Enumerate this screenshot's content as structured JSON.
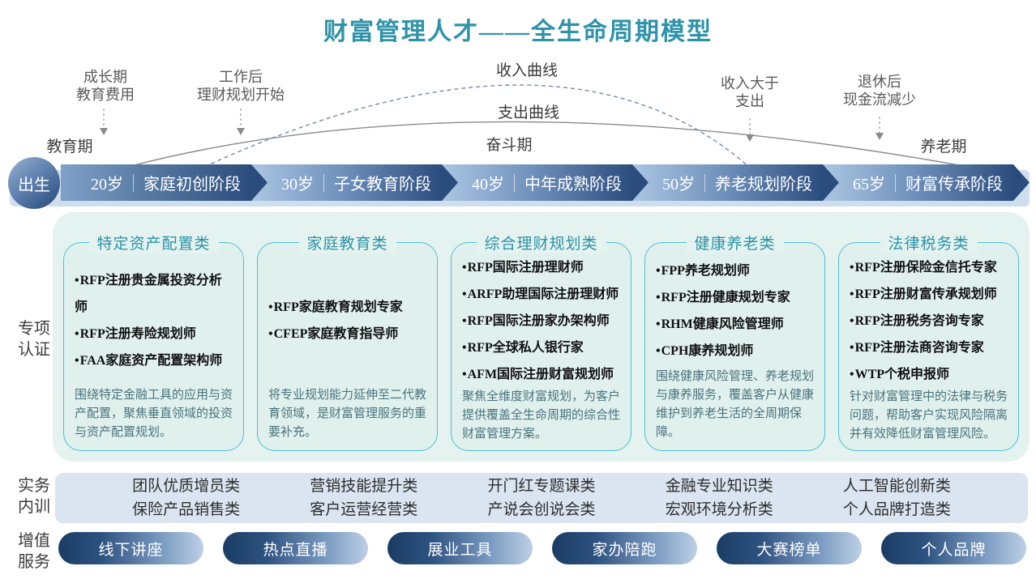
{
  "title": "财富管理人才——全生命周期模型",
  "colors": {
    "accent_teal": "#2E93A9",
    "card_border": "#4FBFD3",
    "card_bg": "#E0F1ED",
    "container_bg": "#E4F3EF",
    "timeline_dark": "#2B4D7D",
    "timeline_light": "#A9C4E1",
    "training_band_bg": "#DAE5F1",
    "pill_dark": "#1A3C64",
    "pill_light": "#BDD0E5"
  },
  "curve_section": {
    "income_curve_label": "收入曲线",
    "expense_curve_label": "支出曲线",
    "annotations": [
      {
        "lines": [
          "成长期",
          "教育费用"
        ]
      },
      {
        "lines": [
          "工作后",
          "理财规划开始"
        ]
      },
      {
        "lines": [
          "收入大于",
          "支出"
        ]
      },
      {
        "lines": [
          "退休后",
          "现金流减少"
        ]
      }
    ],
    "periods": [
      {
        "label": "教育期"
      },
      {
        "label": "奋斗期"
      },
      {
        "label": "养老期"
      }
    ]
  },
  "timeline": {
    "start_label": "出生",
    "stages": [
      {
        "age": "20岁",
        "name": "家庭初创阶段"
      },
      {
        "age": "30岁",
        "name": "子女教育阶段"
      },
      {
        "age": "40岁",
        "name": "中年成熟阶段"
      },
      {
        "age": "50岁",
        "name": "养老规划阶段"
      },
      {
        "age": "65岁",
        "name": "财富传承阶段"
      }
    ]
  },
  "section_labels": {
    "certification": {
      "lines": [
        "专项",
        "认证"
      ]
    },
    "training": {
      "lines": [
        "实务",
        "内训"
      ]
    },
    "services": {
      "lines": [
        "增值",
        "服务"
      ]
    }
  },
  "certification_cards": [
    {
      "title": "特定资产配置类",
      "items": [
        "RFP注册贵金属投资分析师",
        "RFP注册寿险规划师",
        "FAA家庭资产配置架构师"
      ],
      "description": "围绕特定金融工具的应用与资产配置，聚焦垂直领域的投资与资产配置规划。"
    },
    {
      "title": "家庭教育类",
      "items": [
        "RFP家庭教育规划专家",
        "CFEP家庭教育指导师"
      ],
      "description": "将专业规划能力延伸至二代教育领域，是财富管理服务的重要补充。"
    },
    {
      "title": "综合理财规划类",
      "items": [
        "RFP国际注册理财师",
        "ARFP助理国际注册理财师",
        "RFP国际注册家办架构师",
        "RFP全球私人银行家",
        "AFM国际注册财富规划师"
      ],
      "description": "聚焦全维度财富规划，为客户提供覆盖全生命周期的综合性财富管理方案。"
    },
    {
      "title": "健康养老类",
      "items": [
        "FPP养老规划师",
        "RFP注册健康规划专家",
        "RHM健康风险管理师",
        "CPH康养规划师"
      ],
      "description": "围绕健康风险管理、养老规划与康养服务，覆盖客户从健康维护到养老生活的全周期保障。"
    },
    {
      "title": "法律税务类",
      "items": [
        "RFP注册保险金信托专家",
        "RFP注册财富传承规划师",
        "RFP注册税务咨询专家",
        "RFP注册法商咨询专家",
        "WTP个税申报师"
      ],
      "description": "针对财富管理中的法律与税务问题，帮助客户实现风险隔离并有效降低财富管理风险。"
    }
  ],
  "training_columns": [
    {
      "lines": [
        "团队优质增员类",
        "保险产品销售类"
      ]
    },
    {
      "lines": [
        "营销技能提升类",
        "客户运营经营类"
      ]
    },
    {
      "lines": [
        "开门红专题课类",
        "产说会创说会类"
      ]
    },
    {
      "lines": [
        "金融专业知识类",
        "宏观环境分析类"
      ]
    },
    {
      "lines": [
        "人工智能创新类",
        "个人品牌打造类"
      ]
    }
  ],
  "service_pills": [
    "线下讲座",
    "热点直播",
    "展业工具",
    "家办陪跑",
    "大赛榜单",
    "个人品牌"
  ]
}
